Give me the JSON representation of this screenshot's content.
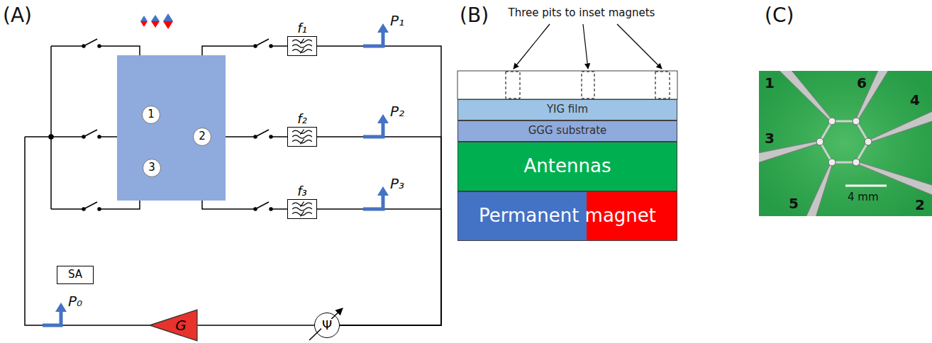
{
  "diagram": {
    "nodes": [
      {
        "text": [
          "1"
        ]
      },
      {
        "text": [
          "2"
        ]
      },
      {
        "text": [
          "3"
        ]
      },
      {
        "text": [
          "f₁"
        ]
      },
      {
        "text": [
          "f₂"
        ]
      },
      {
        "text": [
          "f₃"
        ]
      },
      {
        "text": [
          "SA"
        ]
      },
      {
        "text": [
          "G"
        ]
      },
      {
        "text": [
          "Ψ"
        ]
      },
      {
        "text": [
          "YIG film"
        ]
      },
      {
        "text": [
          "GGG substrate"
        ]
      },
      {
        "text": [
          "Antennas"
        ]
      },
      {
        "text": [
          "Permanent magnet"
        ]
      }
    ],
    "edges": [
      {
        "from": 3,
        "to": 8,
        "arrow": "none"
      },
      {
        "from": 4,
        "to": 8,
        "arrow": "none"
      },
      {
        "from": 5,
        "to": 8,
        "arrow": "none"
      },
      {
        "from": 8,
        "to": 7,
        "arrow": "none"
      }
    ],
    "labels": [
      "(A)",
      "P₁",
      "P₂",
      "P₃",
      "P₀",
      "(B)",
      "Three pits to inset magnets",
      "(C)",
      "1",
      "6",
      "4",
      "3",
      "2",
      "5",
      "4 mm"
    ]
  }
}
